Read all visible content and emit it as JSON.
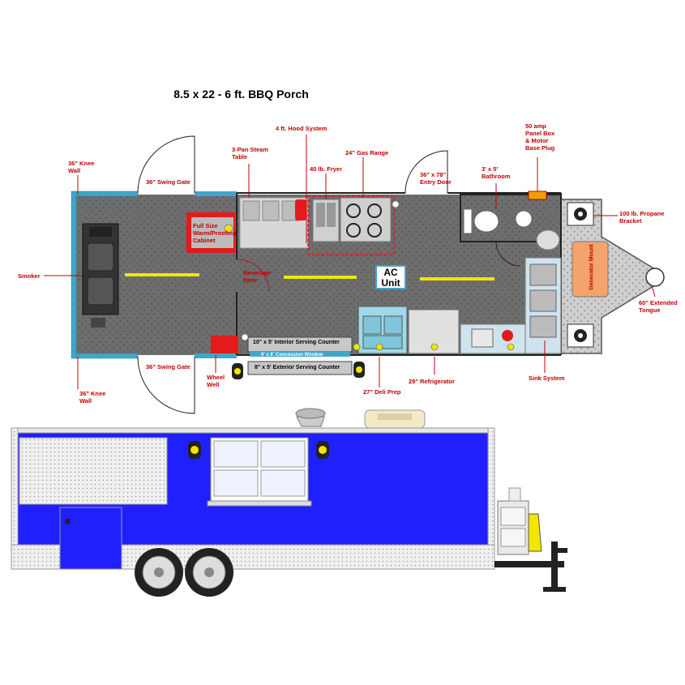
{
  "title": "8.5 x 22 - 6 ft. BBQ Porch",
  "labels": {
    "hood": "4 ft. Hood System",
    "panel": "50 amp\nPanel Box\n& Motor\nBase Plug",
    "steam": "3-Pan Steam\nTable",
    "range": "24\" Gas Range",
    "fryer": "40 lb. Fryer",
    "knee_top": "36\" Knee\nWall",
    "gate_top": "36\" Swing Gate",
    "entry": "36\" x 78\"\nEntry Door",
    "bath": "3' x 5'\nBathroom",
    "propane": "100 lb. Propane\nBracket",
    "cabinet": "Full Size\nWarm/Proofing\nCabinet",
    "smoker": "Smoker",
    "beverage": "Beverage\nDoor",
    "ac": "AC\nUnit",
    "generator": "Generator Mount",
    "tongue": "60\" Extended\nTongue",
    "interior_counter": "10\" x 5' Interior Serving Counter",
    "window": "6' x 6' Concession Window",
    "exterior_counter": "8\" x 5' Exterior Serving Counter",
    "gate_bottom": "36\" Swing Gate",
    "wheel": "Wheel\nWell",
    "knee_bottom": "36\" Knee\nWall",
    "deli": "27\" Deli Prep",
    "fridge": "29\" Refrigerator",
    "sink": "Sink System"
  },
  "colors": {
    "floor": "#6b6b6b",
    "wall_blue": "#3fa7c9",
    "label_red": "#c00000",
    "trailer_blue": "#2020ff",
    "yellow": "#f2e600",
    "generator": "#f4a46b"
  }
}
